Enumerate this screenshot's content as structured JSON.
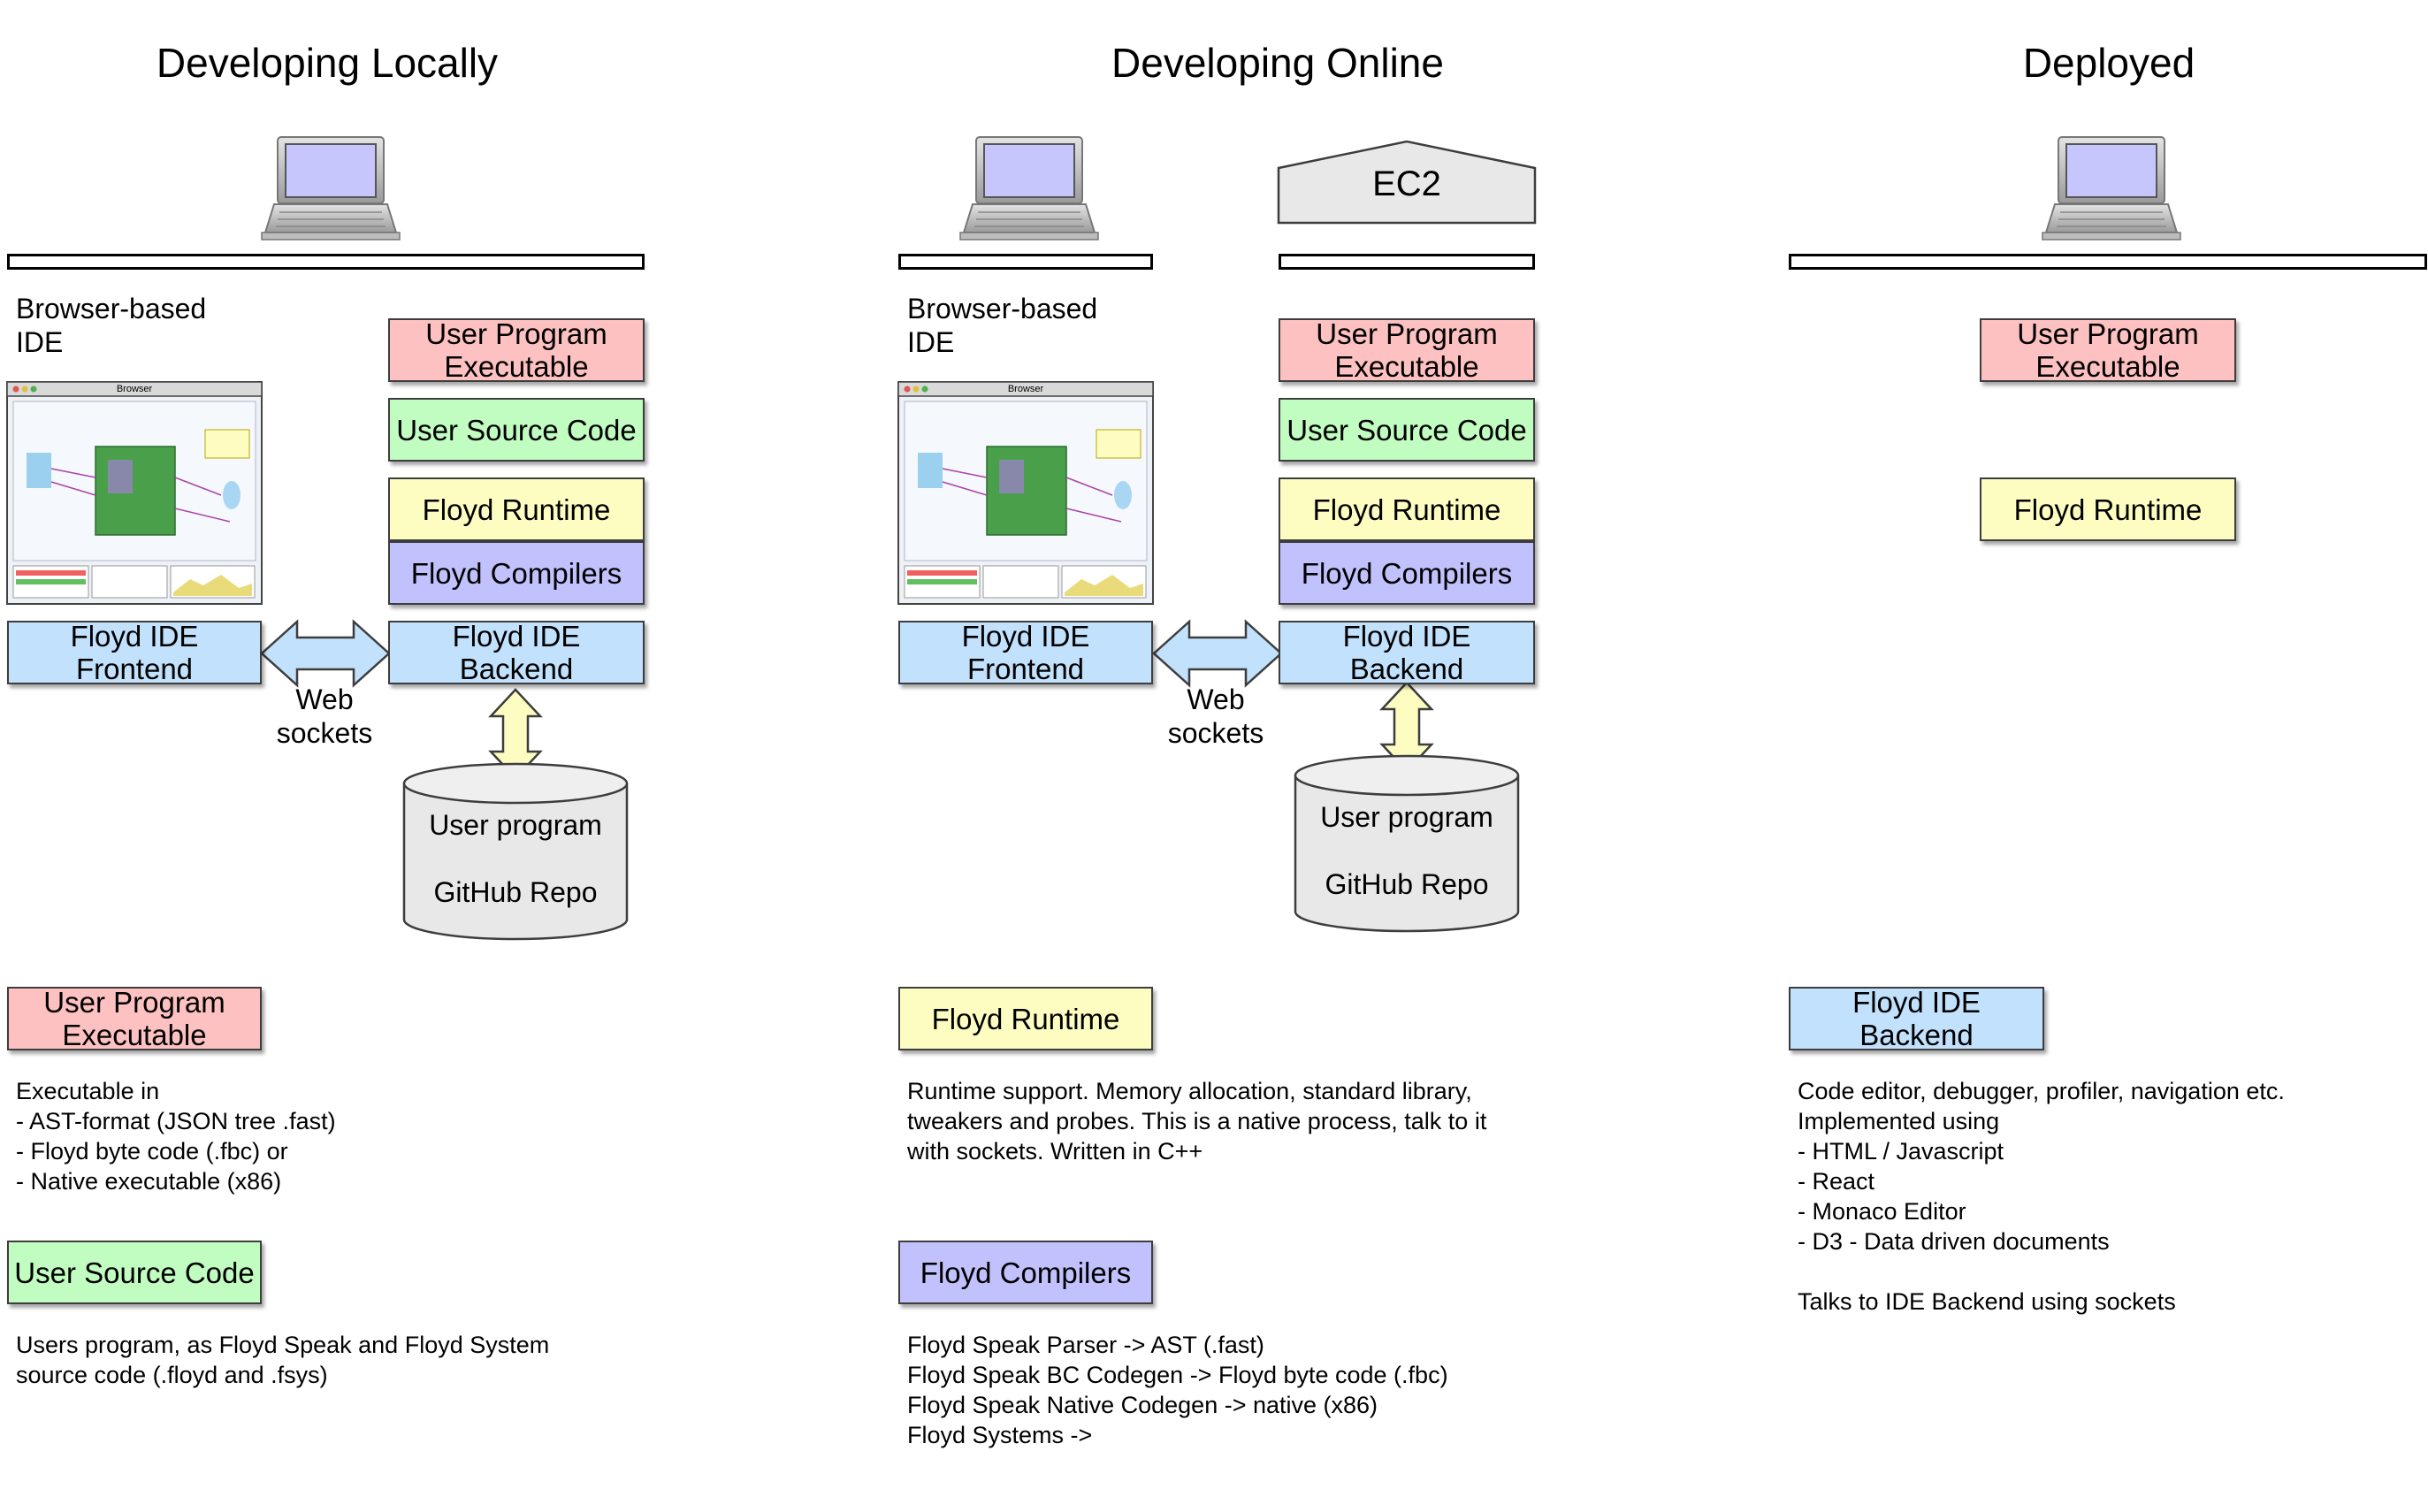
{
  "columns": {
    "local": {
      "title": "Developing Locally",
      "browser_ide_label": "Browser-based\nIDE",
      "browser_window_title": "Browser",
      "frontend": "Floyd IDE\nFrontend",
      "backend": "Floyd IDE\nBackend",
      "websockets": "Web\nsockets",
      "stack": [
        "User Program\nExecutable",
        "User Source Code",
        "Floyd Runtime",
        "Floyd Compilers"
      ],
      "repo": "User program\n\nGitHub Repo"
    },
    "online": {
      "title": "Developing Online",
      "server_label": "EC2",
      "browser_ide_label": "Browser-based\nIDE",
      "browser_window_title": "Browser",
      "frontend": "Floyd IDE\nFrontend",
      "backend": "Floyd IDE\nBackend",
      "websockets": "Web\nsockets",
      "stack": [
        "User Program\nExecutable",
        "User Source Code",
        "Floyd Runtime",
        "Floyd Compilers"
      ],
      "repo": "User program\n\nGitHub Repo"
    },
    "deployed": {
      "title": "Deployed",
      "executable": "User Program\nExecutable",
      "runtime": "Floyd Runtime"
    }
  },
  "legend": {
    "executable": {
      "label": "User Program\nExecutable",
      "desc": "Executable in\n- AST-format (JSON tree .fast)\n- Floyd byte code (.fbc) or\n- Native executable (x86)"
    },
    "source": {
      "label": "User Source Code",
      "desc": "Users program, as Floyd Speak and Floyd System\nsource code (.floyd and .fsys)"
    },
    "runtime": {
      "label": "Floyd Runtime",
      "desc": "Runtime support. Memory allocation, standard library,\ntweakers and probes. This is a native process, talk to it\nwith sockets. Written in C++"
    },
    "compilers": {
      "label": "Floyd Compilers",
      "desc": "Floyd Speak Parser -> AST (.fast)\nFloyd Speak BC Codegen -> Floyd byte code (.fbc)\nFloyd Speak Native Codegen -> native (x86)\nFloyd Systems ->"
    },
    "backend": {
      "label": "Floyd IDE\nBackend",
      "desc": "Code editor, debugger, profiler, navigation etc.\nImplemented using\n- HTML / Javascript\n- React\n- Monaco Editor\n- D3 - Data driven documents\n\nTalks to IDE Backend using sockets"
    }
  },
  "colors": {
    "executable": "#fec1c1",
    "source": "#c1fdc1",
    "runtime": "#fefdc1",
    "compilers": "#c1c1fd",
    "ide": "#c1e1fd",
    "screen": "#c7c6fc",
    "repo": "#e8e8e8"
  },
  "icons": [
    "laptop-icon",
    "server-icon",
    "browser-thumbnail",
    "database-cylinder",
    "double-arrow"
  ]
}
